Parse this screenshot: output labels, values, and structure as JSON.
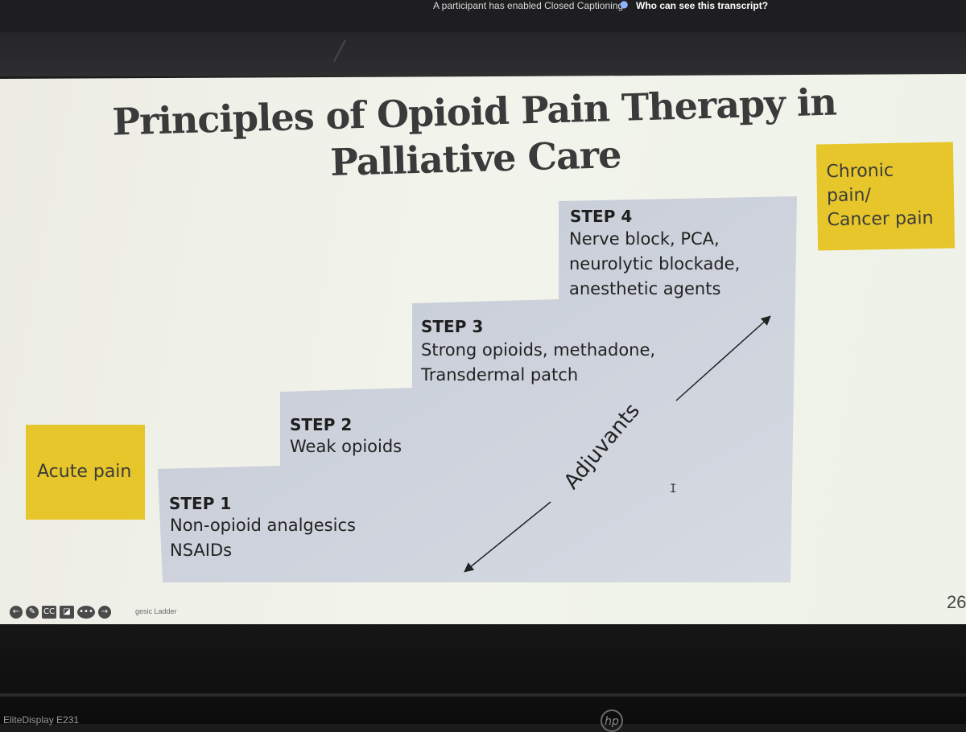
{
  "notification": {
    "cc_text": "A participant has enabled Closed Captioning",
    "who_text": "Who can see this transcript?",
    "who_icon": "people-icon"
  },
  "slide": {
    "title": "Principles of Opioid Pain Therapy in Palliative Care",
    "chronic_label": "Chronic\npain/\nCancer pain",
    "acute_label": "Acute pain",
    "steps": [
      {
        "title": "STEP 1",
        "desc": "Non-opioid analgesics\nNSAIDs"
      },
      {
        "title": "STEP 2",
        "desc": "Weak opioids"
      },
      {
        "title": "STEP 3",
        "desc": "Strong opioids, methadone,\nTransdermal patch"
      },
      {
        "title": "STEP 4",
        "desc": "Nerve block, PCA,\nneurolytic blockade,\nanesthetic agents"
      }
    ],
    "adjuvants": "Adjuvants",
    "slide_number": "26",
    "colors": {
      "label_box": "#e6c62a",
      "step_fill": "#c9ced8"
    }
  },
  "toolbar": {
    "items": [
      {
        "icon": "back-arrow-icon",
        "label": "←"
      },
      {
        "icon": "pen-icon",
        "label": "✎"
      },
      {
        "icon": "closed-caption-icon",
        "label": "CC"
      },
      {
        "icon": "camera-off-icon",
        "label": "◪"
      },
      {
        "icon": "more-options-icon",
        "label": "•••"
      },
      {
        "icon": "forward-arrow-icon",
        "label": "→"
      }
    ],
    "caption": "gesic Ladder"
  },
  "monitor": {
    "brand": "EliteDisplay E231",
    "logo": "hp"
  }
}
